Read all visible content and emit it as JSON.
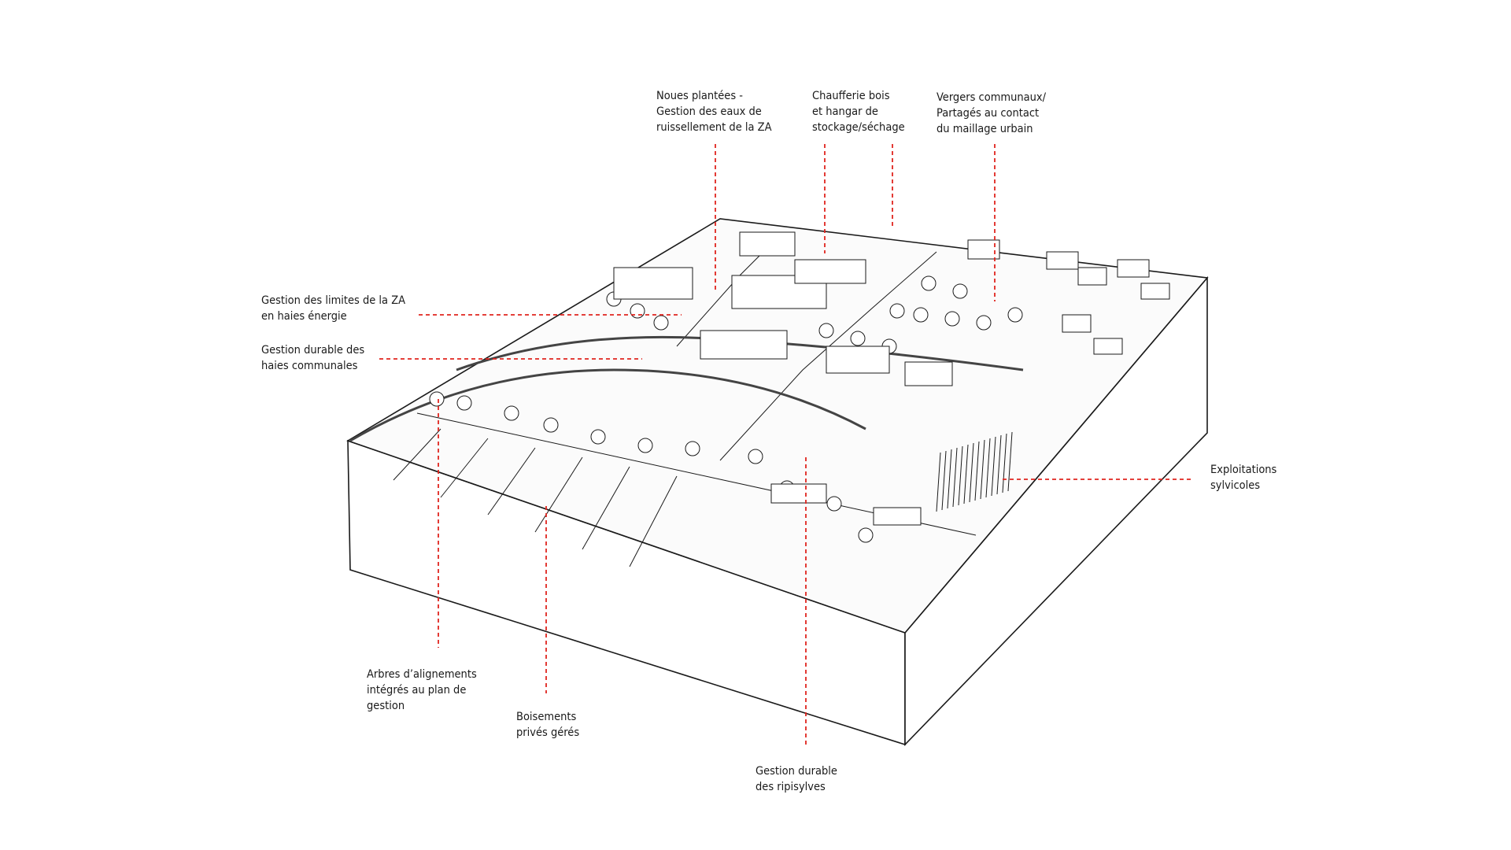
{
  "diagram": {
    "type": "annotated block diagram",
    "annotation_color": "#e0251f",
    "ink_color": "#1a1a1a",
    "labels": [
      {
        "id": "noues",
        "text": "Noues plantées -\nGestion des eaux de\nruissellement de la ZA"
      },
      {
        "id": "chaufferie",
        "text": "Chaufferie bois\net hangar de\nstockage/séchage"
      },
      {
        "id": "vergers",
        "text": "Vergers communaux/\nPartagés au contact\ndu maillage urbain"
      },
      {
        "id": "limites",
        "text": "Gestion des limites de la ZA\nen haies énergie"
      },
      {
        "id": "haies",
        "text": "Gestion durable des\nhaies communales"
      },
      {
        "id": "sylvicoles",
        "text": "Exploitations\nsylvicoles"
      },
      {
        "id": "arbres",
        "text": "Arbres d’alignements\nintégrés au plan de\ngestion"
      },
      {
        "id": "boisements",
        "text": "Boisements\nprivés gérés"
      },
      {
        "id": "ripisylves",
        "text": "Gestion durable\ndes ripisylves"
      }
    ]
  }
}
